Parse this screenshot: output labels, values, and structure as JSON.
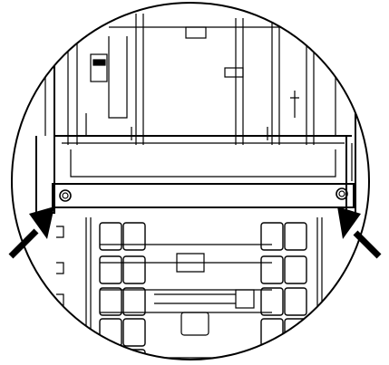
{
  "figure": {
    "kind": "line-drawing",
    "subject": "inverter-detail-view",
    "arrows": [
      {
        "direction": "down-right",
        "points_to": "left-screw"
      },
      {
        "direction": "down-left",
        "points_to": "right-screw"
      }
    ]
  },
  "colors": {
    "ink": "#000000",
    "paper": "#ffffff"
  }
}
